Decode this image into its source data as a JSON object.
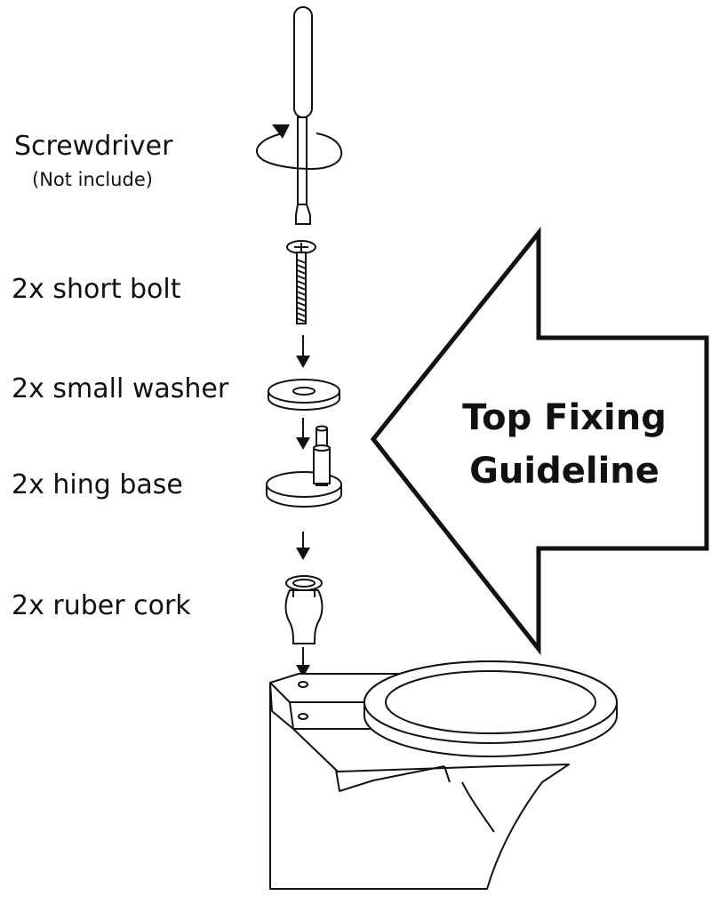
{
  "parts": {
    "screwdriver": {
      "label": "Screwdriver",
      "note": "(Not include)"
    },
    "short_bolt": {
      "label": "2x short bolt"
    },
    "small_washer": {
      "label": "2x small washer"
    },
    "hinge_base": {
      "label": "2x hing base"
    },
    "rubber_cork": {
      "label": "2x ruber cork"
    }
  },
  "callout": {
    "line1": "Top Fixing",
    "line2": "Guideline"
  },
  "colors": {
    "ink": "#111111",
    "background": "#ffffff",
    "part_fill": "#ffffff"
  }
}
